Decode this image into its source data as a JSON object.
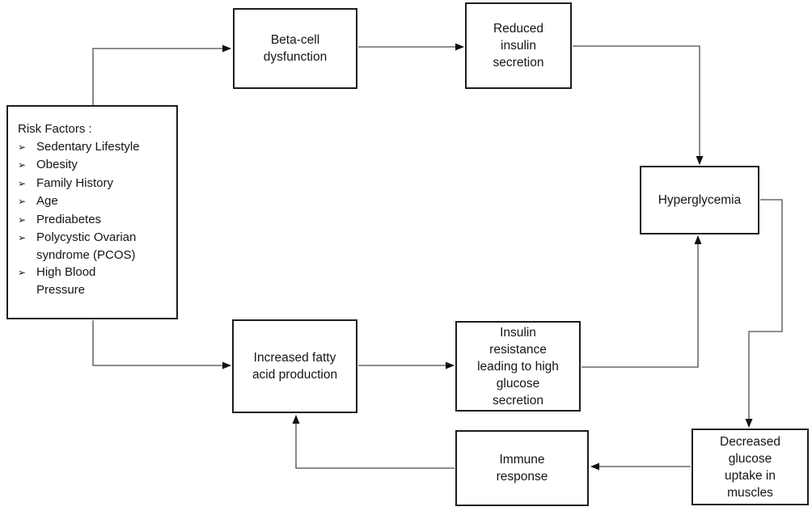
{
  "diagram": {
    "type": "flowchart",
    "colors": {
      "background": "#ffffff",
      "box_border": "#1c1c1c",
      "text": "#14141e",
      "connector": "#4a4a4a",
      "arrowhead": "#111111"
    },
    "nodes": {
      "risk_factors": {
        "heading": "Risk Factors :",
        "bullet": "➢",
        "items": [
          "Sedentary Lifestyle",
          "Obesity",
          "Family History",
          "Age",
          "Prediabetes",
          "Polycystic Ovarian\nsyndrome (PCOS)",
          "High Blood\nPressure"
        ]
      },
      "beta_cell": {
        "label": "Beta-cell dysfunction"
      },
      "reduced_insulin": {
        "label": "Reduced insulin secretion"
      },
      "hyperglycemia": {
        "label": "Hyperglycemia"
      },
      "fatty_acid": {
        "label": "Increased fatty acid production"
      },
      "insulin_resistance": {
        "label": "Insulin resistance leading to high glucose secretion"
      },
      "decreased_glucose": {
        "label": "Decreased glucose uptake in muscles"
      },
      "immune_response": {
        "label": "Immune response"
      }
    },
    "edges": [
      {
        "from": "Risk Factors",
        "to": "Beta-cell dysfunction"
      },
      {
        "from": "Beta-cell dysfunction",
        "to": "Reduced insulin secretion"
      },
      {
        "from": "Reduced insulin secretion",
        "to": "Hyperglycemia"
      },
      {
        "from": "Risk Factors",
        "to": "Increased fatty acid production"
      },
      {
        "from": "Increased fatty acid production",
        "to": "Insulin resistance leading to high glucose secretion"
      },
      {
        "from": "Insulin resistance leading to high glucose secretion",
        "to": "Hyperglycemia"
      },
      {
        "from": "Hyperglycemia",
        "to": "Decreased glucose uptake in muscles"
      },
      {
        "from": "Decreased glucose uptake in muscles",
        "to": "Immune response"
      },
      {
        "from": "Immune response",
        "to": "Increased fatty acid production"
      }
    ]
  }
}
